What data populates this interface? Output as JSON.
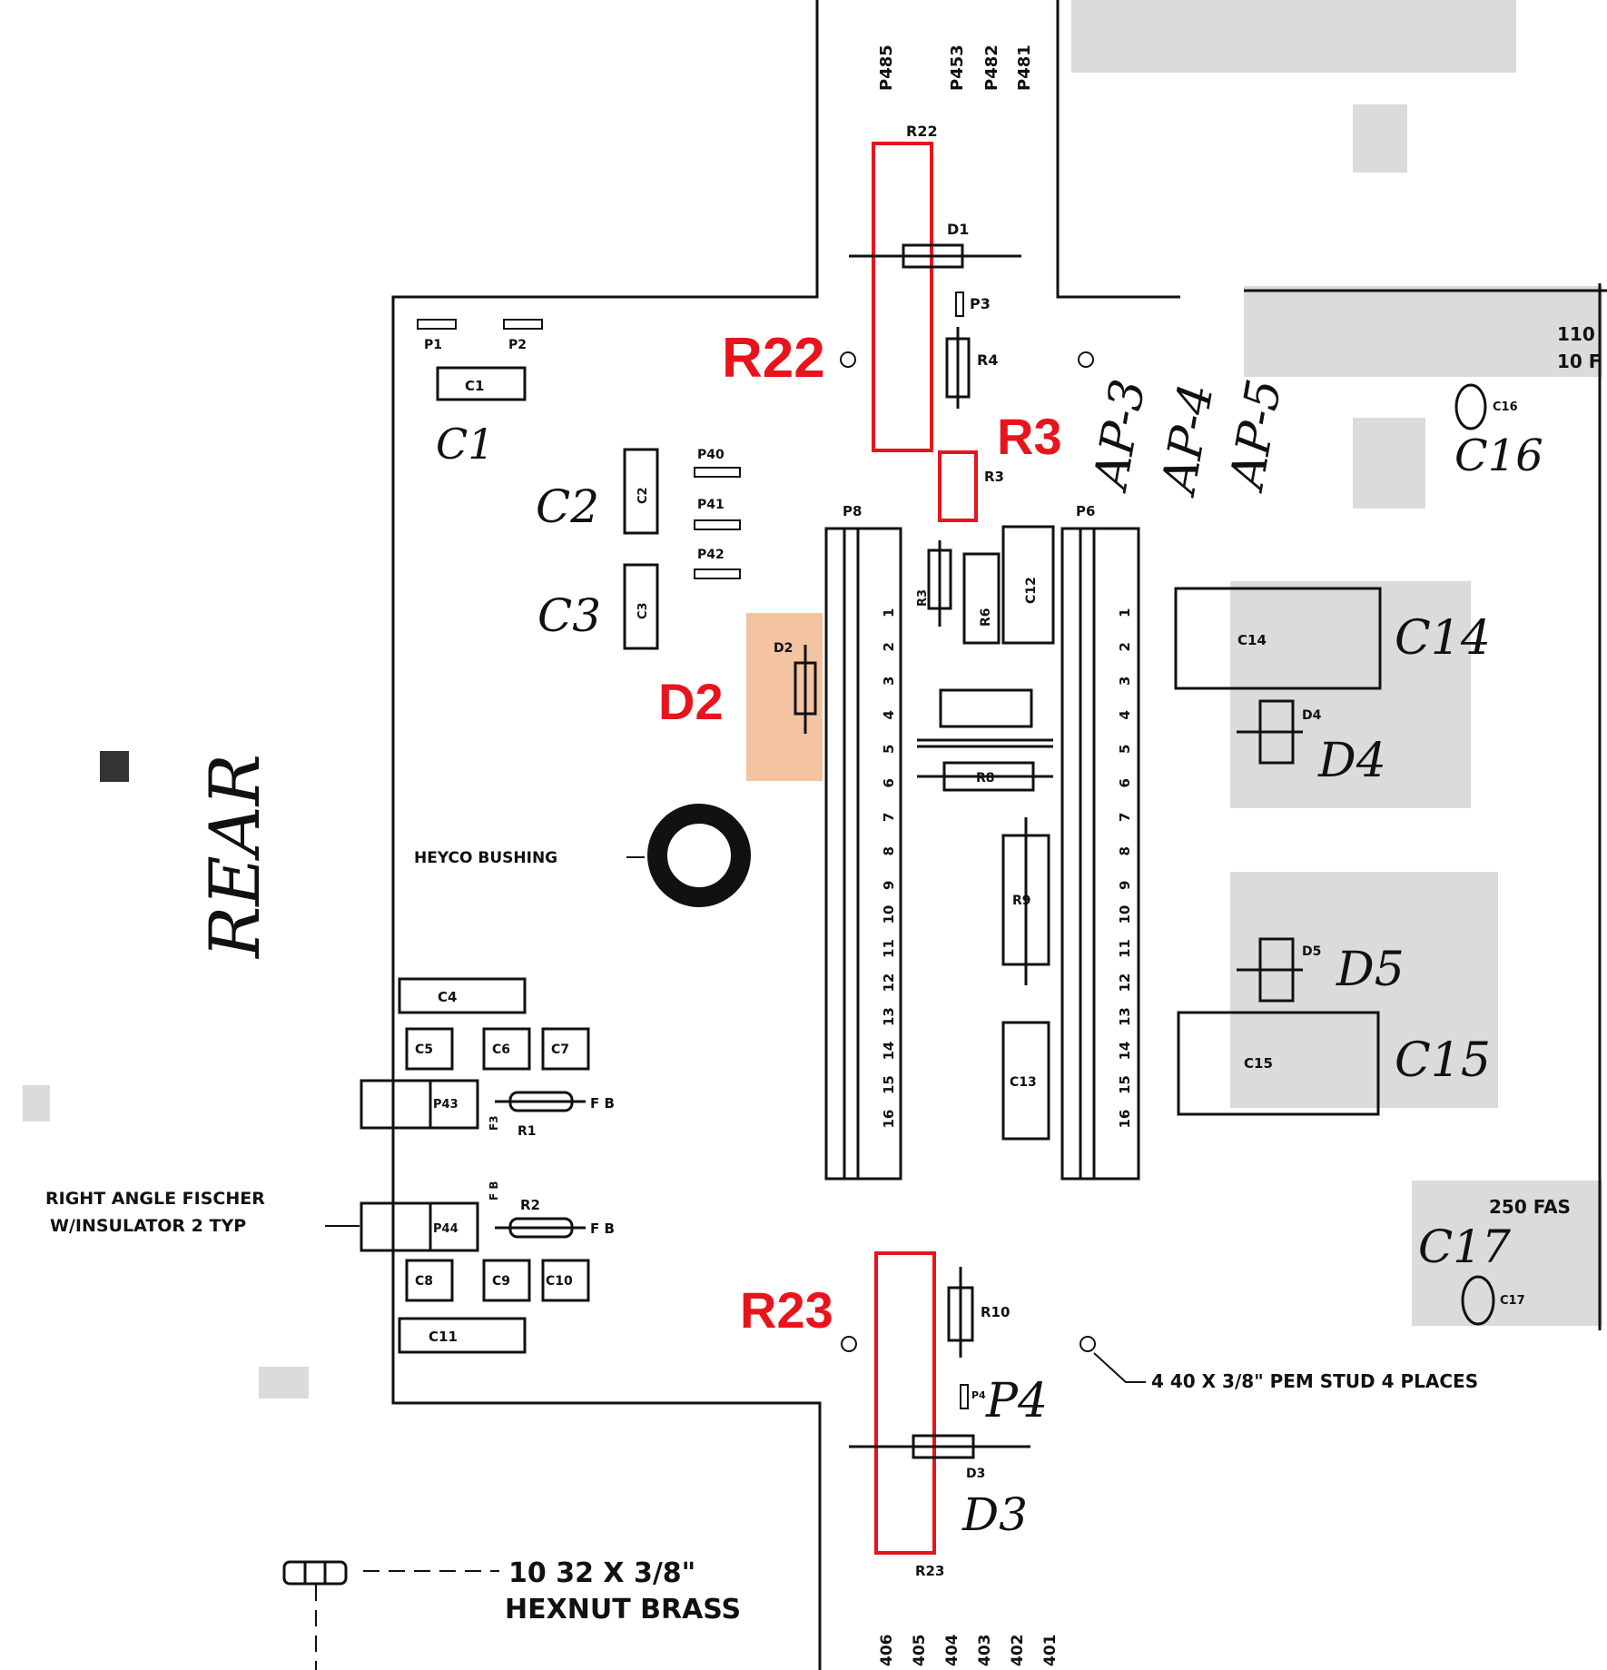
{
  "colors": {
    "highlight_red": "#e8141c",
    "highlight_orange": "#f3c3a2",
    "ink": "#111111"
  },
  "pins_top": [
    "P485",
    "P453",
    "P482",
    "P481"
  ],
  "pins_bottom": [
    "406",
    "405",
    "404",
    "403",
    "402",
    "401"
  ],
  "callouts": {
    "r22": "R22",
    "r3": "R3",
    "d2": "D2",
    "r23": "R23"
  },
  "labels": {
    "r22": "R22",
    "d1": "D1",
    "p3": "P3",
    "r4": "R4",
    "r3": "R3",
    "r3b": "R3",
    "p1": "P1",
    "p2": "P2",
    "c1": "C1",
    "c2": "C2",
    "c3": "C3",
    "p40": "P40",
    "p41": "P41",
    "p42": "P42",
    "p8": "P8",
    "p6": "P6",
    "d2": "D2",
    "r6": "R6",
    "c12": "C12",
    "r8": "R8",
    "r9": "R9",
    "c13": "C13",
    "c14": "C14",
    "d4": "D4",
    "d5": "D5",
    "c15": "C15",
    "c16": "C16",
    "c17": "C17",
    "c4": "C4",
    "c5": "C5",
    "c6": "C6",
    "c7": "C7",
    "p43": "P43",
    "r1": "R1",
    "f3": "F3",
    "fb": "F B",
    "fb2": "F B",
    "fbr": "F B",
    "p44": "P44",
    "r2": "R2",
    "c8": "C8",
    "c9": "C9",
    "c10": "C10",
    "c11": "C11",
    "r10": "R10",
    "p4": "P4",
    "d3": "D3",
    "r23": "R23",
    "heyco": "HEYCO BUSHING",
    "fischer_1": "RIGHT ANGLE FISCHER",
    "fischer_2": "W/INSULATOR 2 TYP",
    "pem_stud": "4 40 X 3/8\" PEM STUD 4 PLACES",
    "hexnut_1": "10 32 X 3/8\"",
    "hexnut_2": "HEXNUT BRASS",
    "fas": "250 FAS",
    "partial_110": "110",
    "partial_10f": "10 F"
  },
  "handwritten": {
    "c1": "C1",
    "c2": "C2",
    "c3": "C3",
    "c14": "C14",
    "d4": "D4",
    "d5": "D5",
    "c15": "C15",
    "c16": "C16",
    "c17": "C17",
    "p4": "P4",
    "d3": "D3",
    "ap3": "AP-3",
    "ap4": "AP-4",
    "ap5": "AP-5",
    "rear": "REAR"
  },
  "pin_numbers": [
    "1",
    "2",
    "3",
    "4",
    "5",
    "6",
    "7",
    "8",
    "9",
    "10",
    "11",
    "12",
    "13",
    "14",
    "15",
    "16"
  ]
}
